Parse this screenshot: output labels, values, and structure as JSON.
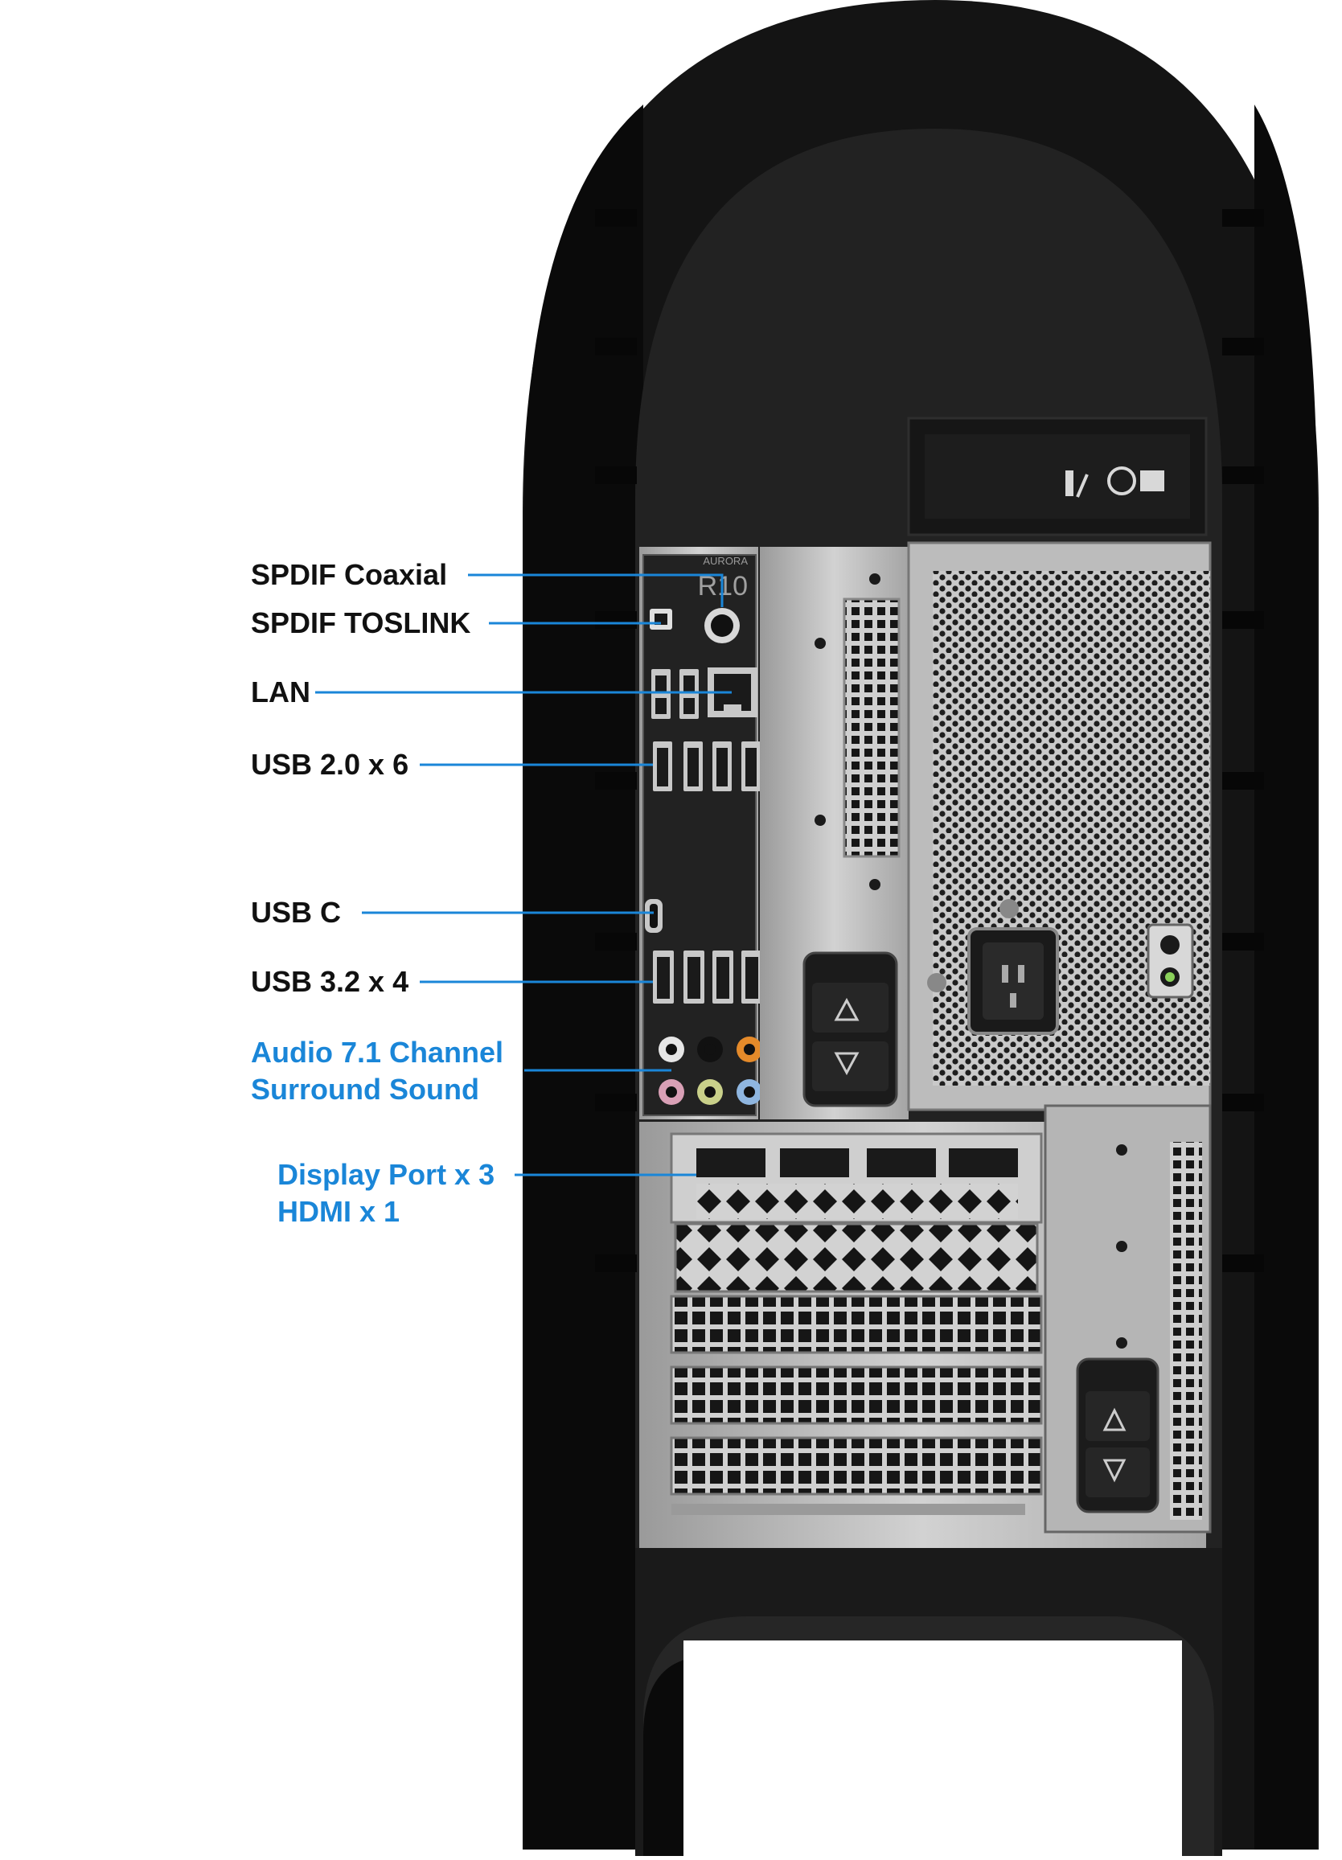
{
  "diagram": {
    "subject": "Desktop tower rear I/O panel",
    "badge": {
      "model_small": "AURORA",
      "model_large": "R10"
    },
    "colors": {
      "label_primary": "#111111",
      "label_accent": "#1a86d8",
      "leader_line": "#1a86d8",
      "chassis": "#1b1b1b",
      "io_panel": "#222222",
      "metal": "#b8b8b8"
    },
    "callouts": [
      {
        "id": "spdif-coaxial",
        "lines": [
          "SPDIF Coaxial"
        ],
        "accent": false
      },
      {
        "id": "spdif-toslink",
        "lines": [
          "SPDIF TOSLINK"
        ],
        "accent": false
      },
      {
        "id": "lan",
        "lines": [
          "LAN"
        ],
        "accent": false
      },
      {
        "id": "usb-2",
        "lines": [
          "USB 2.0 x 6"
        ],
        "accent": false
      },
      {
        "id": "usb-c",
        "lines": [
          "USB C"
        ],
        "accent": false
      },
      {
        "id": "usb-3",
        "lines": [
          "USB 3.2 x 4"
        ],
        "accent": false
      },
      {
        "id": "audio",
        "lines": [
          "Audio 7.1 Channel",
          "Surround Sound"
        ],
        "accent": true
      },
      {
        "id": "display",
        "lines": [
          "Display Port x 3",
          "HDMI x 1"
        ],
        "accent": true
      }
    ],
    "audio_jack_colors": [
      "#e6e6e6",
      "#111111",
      "#e48a2a",
      "#d9a0b6",
      "#c9d08a",
      "#8fb6e0"
    ]
  }
}
